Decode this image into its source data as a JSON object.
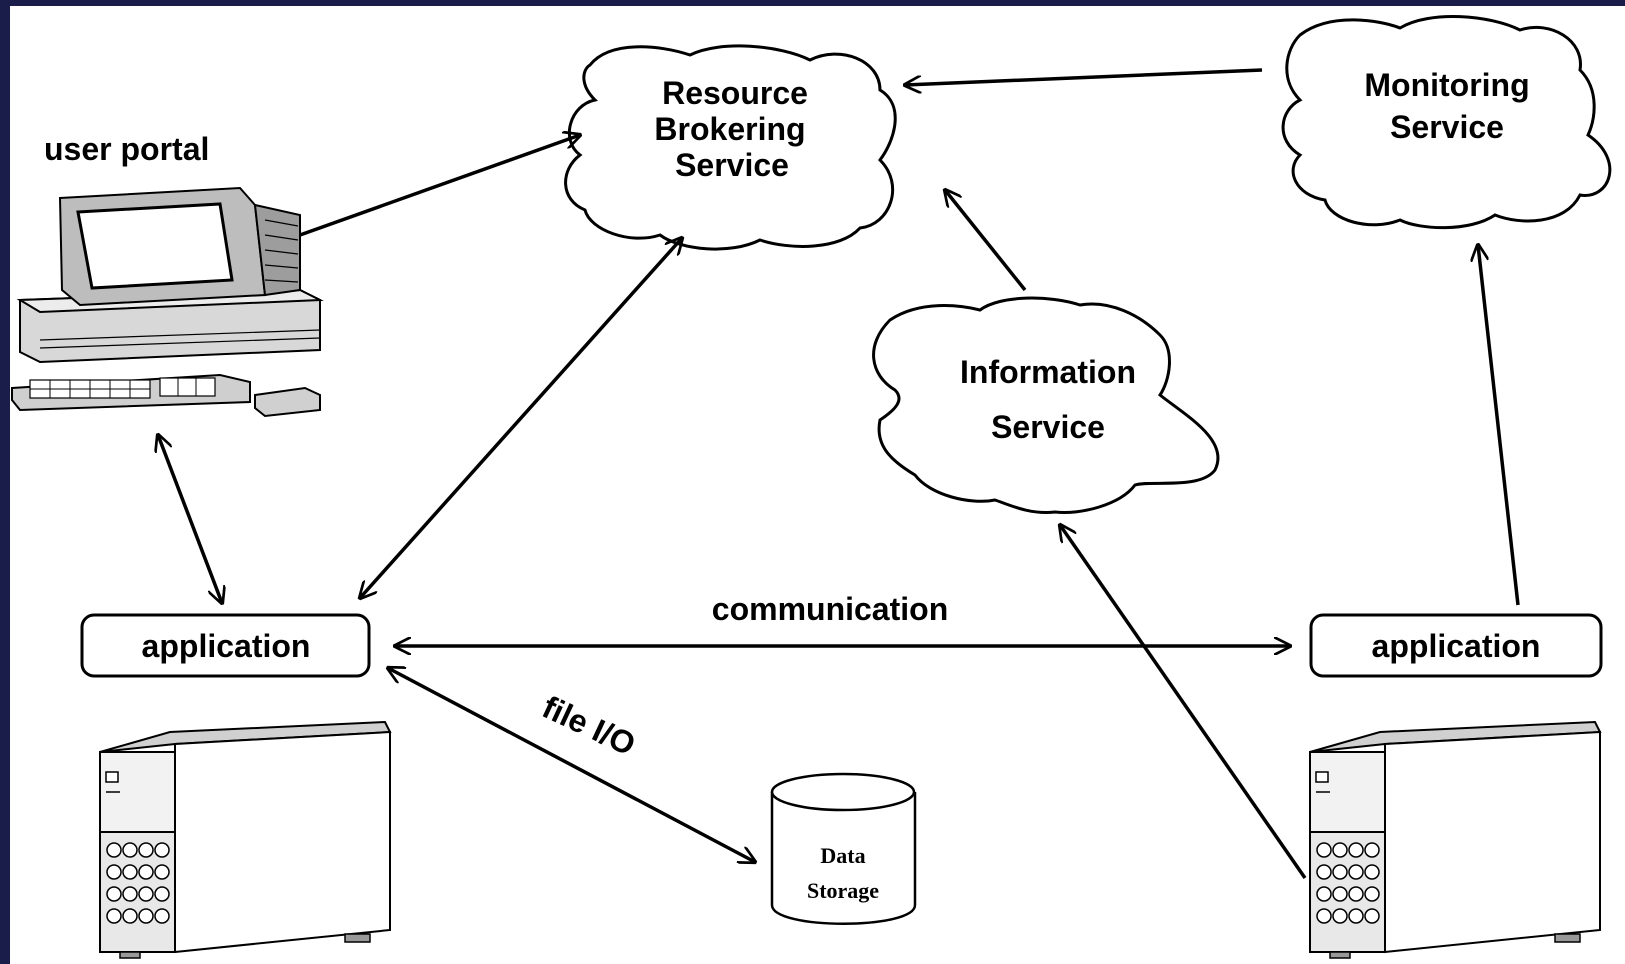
{
  "labels": {
    "user_portal": "user portal",
    "resource_broker": [
      "Resource",
      "Brokering",
      "Service"
    ],
    "monitoring": [
      "Monitoring",
      "Service"
    ],
    "information": [
      "Information",
      "Service"
    ],
    "app_left": "application",
    "app_right": "application",
    "communication": "communication",
    "file_io": "file I/O",
    "data_storage": [
      "Data",
      "Storage"
    ]
  },
  "icons": {
    "portal": "desktop-computer-icon",
    "server_left": "server-tower-icon",
    "server_right": "server-tower-icon",
    "storage": "database-cylinder-icon"
  },
  "colors": {
    "frame": "#1a1d4a",
    "canvas": "#ffffff",
    "ink": "#000000"
  }
}
